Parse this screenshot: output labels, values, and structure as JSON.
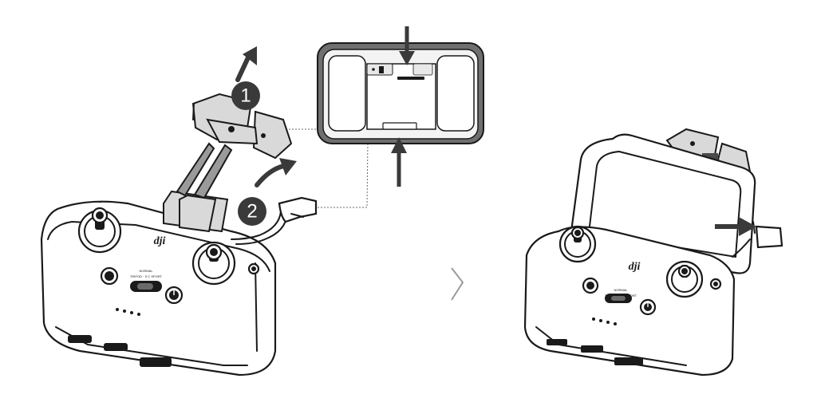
{
  "steps": [
    {
      "number": "1"
    },
    {
      "number": "2"
    }
  ],
  "controller_left": {
    "brand": "dji",
    "mode_top": "NORMAL",
    "mode_bottom": "TRIPOD  · S  C  SPORT"
  },
  "controller_right": {
    "brand": "dji",
    "mode_top": "NORMAL",
    "mode_bottom": "TRIPOD  · S  C  SPORT"
  },
  "icons": {
    "next": "chevron-right-icon",
    "power": "power-icon",
    "return_home": "rth-icon"
  },
  "colors": {
    "step_badge": "#3a3a3a",
    "arrow": "#3a3a3a",
    "line": "#1a1a1a",
    "inset_bg": "#6f6f6f"
  }
}
